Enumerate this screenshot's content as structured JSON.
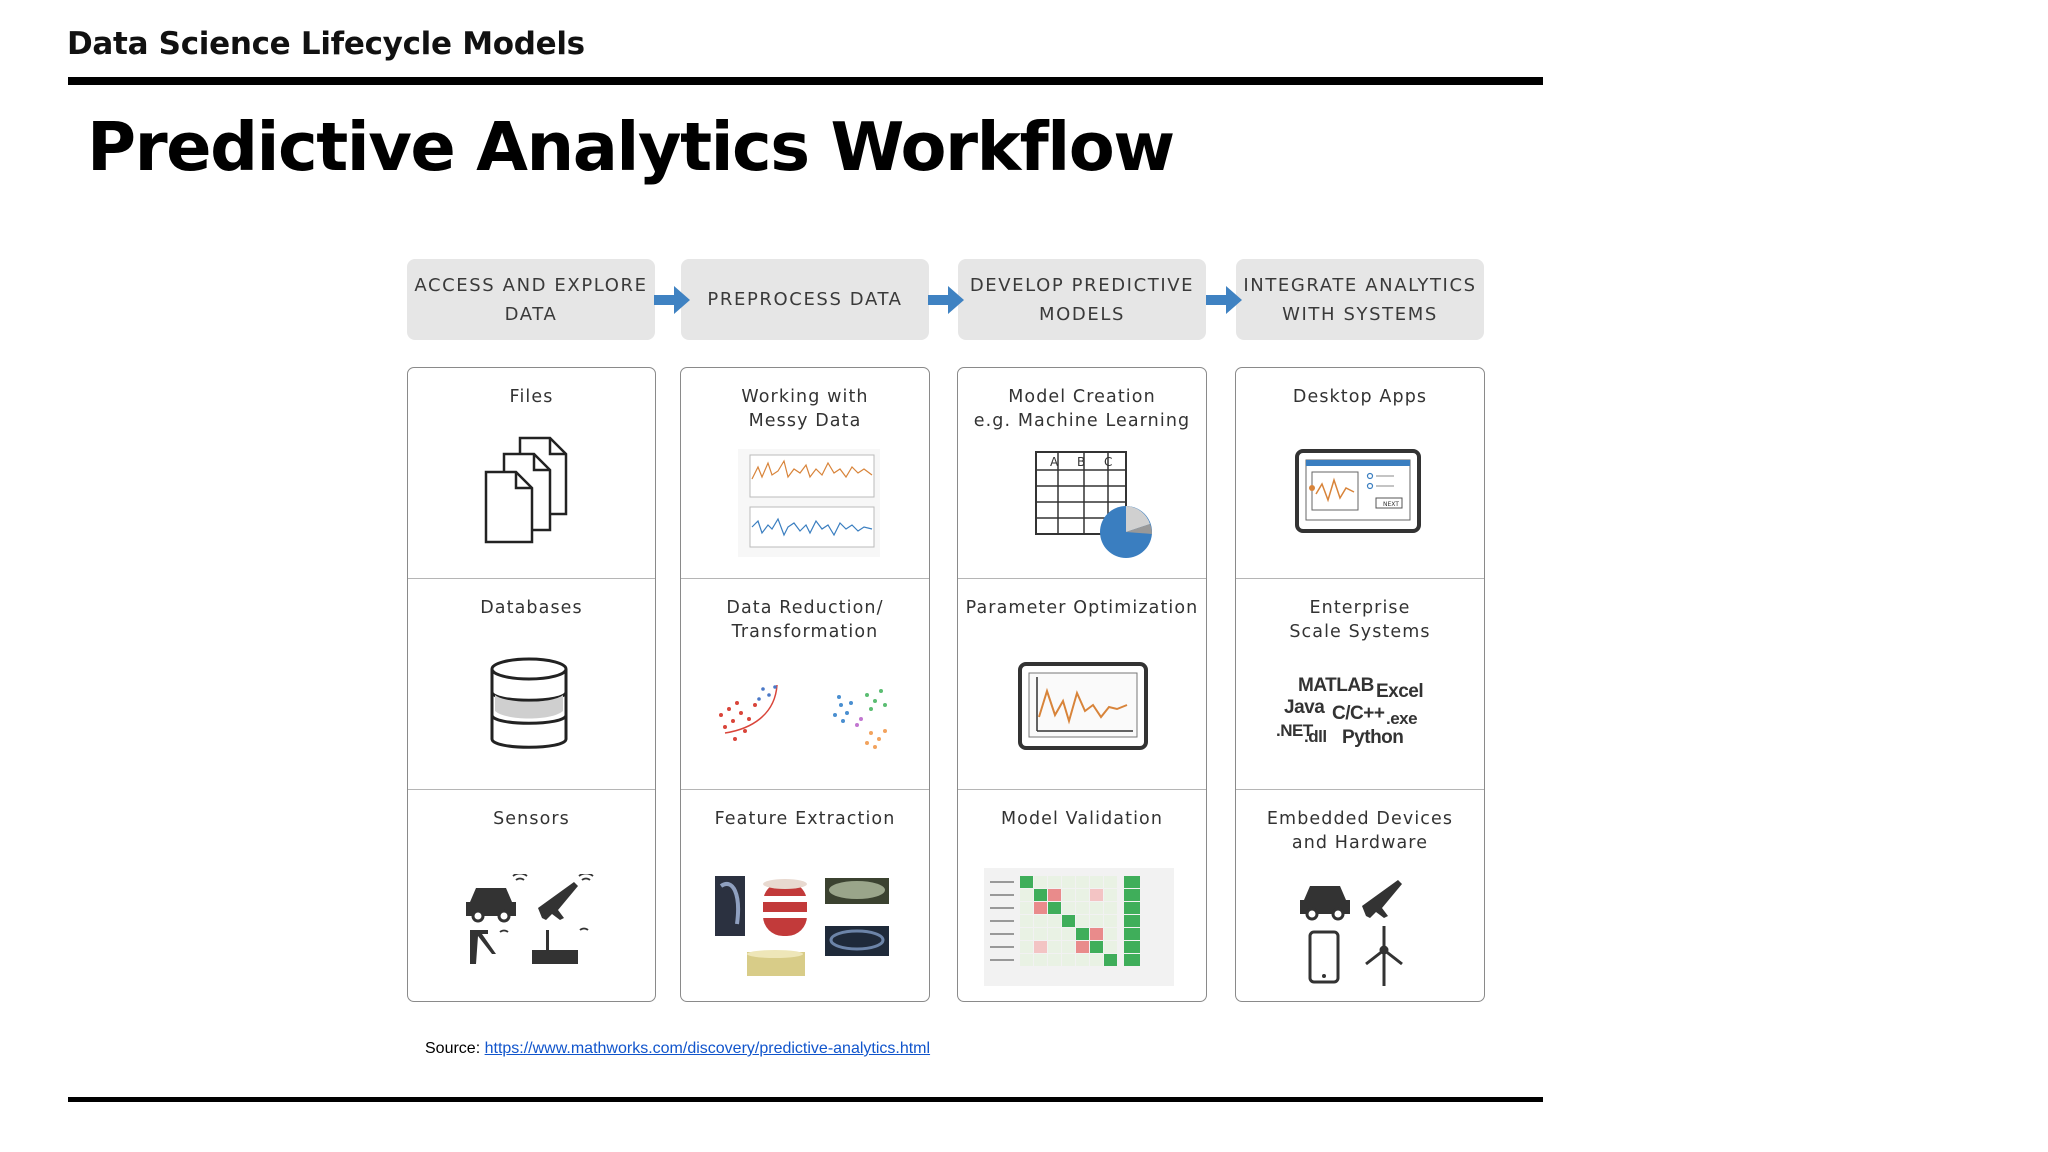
{
  "header": {
    "section": "Data Science Lifecycle Models",
    "title": "Predictive Analytics Workflow"
  },
  "stages": [
    {
      "header": "ACCESS AND\nEXPLORE DATA",
      "cells": [
        {
          "label": "Files",
          "icon": "files-icon"
        },
        {
          "label": "Databases",
          "icon": "database-icon"
        },
        {
          "label": "Sensors",
          "icon": "sensors-icon"
        }
      ]
    },
    {
      "header": "PREPROCESS DATA",
      "cells": [
        {
          "label": "Working with\nMessy Data",
          "icon": "messy-data-chart-icon"
        },
        {
          "label": "Data Reduction/\nTransformation",
          "icon": "scatter-clusters-icon"
        },
        {
          "label": "Feature Extraction",
          "icon": "feature-images-icon"
        }
      ]
    },
    {
      "header": "DEVELOP PREDICTIVE\nMODELS",
      "cells": [
        {
          "label": "Model Creation\ne.g. Machine Learning",
          "icon": "table-pie-icon"
        },
        {
          "label": "Parameter Optimization",
          "icon": "optimization-monitor-icon"
        },
        {
          "label": "Model Validation",
          "icon": "confusion-matrix-icon"
        }
      ]
    },
    {
      "header": "INTEGRATE ANALYTICS\nWITH SYSTEMS",
      "cells": [
        {
          "label": "Desktop Apps",
          "icon": "desktop-app-icon"
        },
        {
          "label": "Enterprise\nScale Systems",
          "icon": "languages-icon"
        },
        {
          "label": "Embedded Devices\nand Hardware",
          "icon": "embedded-devices-icon"
        }
      ]
    }
  ],
  "languages": {
    "matlab": "MATLAB",
    "excel": "Excel",
    "java": "Java",
    "cpp": "C/C++",
    "exe": ".exe",
    "net": ".NET",
    "dll": ".dll",
    "python": "Python"
  },
  "matrix_headers": [
    "A",
    "B",
    "C"
  ],
  "app_ui": {
    "button": "NEXT"
  },
  "source": {
    "prefix": "Source: ",
    "link": "https://www.mathworks.com/discovery/predictive-analytics.html"
  },
  "colors": {
    "arrow": "#3f82c2",
    "pie": "#3a7ec0",
    "header_bg": "#e6e6e6",
    "chart_orange": "#d8843a"
  }
}
